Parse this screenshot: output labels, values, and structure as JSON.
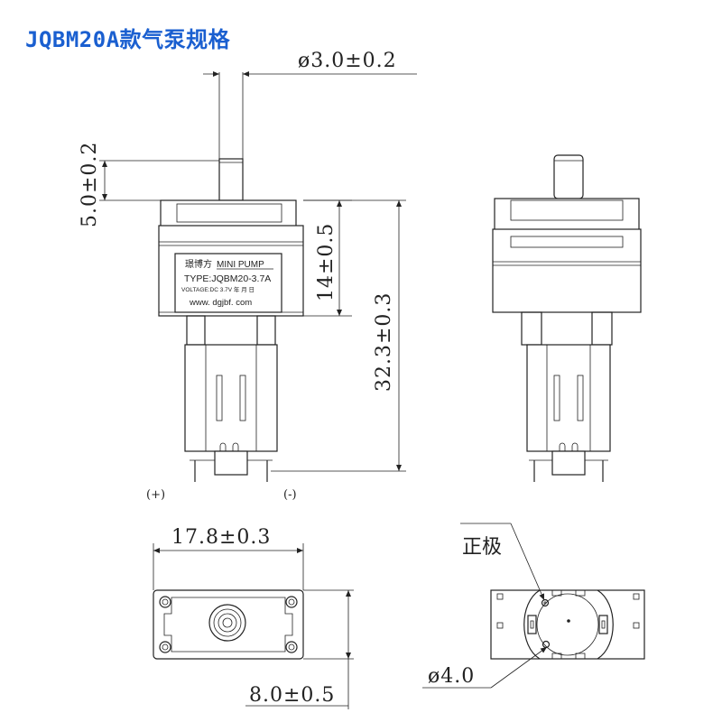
{
  "title": "JQBM20A款气泵规格",
  "dimensions": {
    "shaft_diameter": "ø3.0±0.2",
    "shaft_length": "5.0±0.2",
    "body_height": "14±0.5",
    "total_height": "32.3±0.3",
    "width": "17.8±0.3",
    "depth": "8.0±0.5",
    "contact_diameter": "ø4.0"
  },
  "terminals": {
    "positive": "(+)",
    "negative": "(-)"
  },
  "label": {
    "brand": "璟博方",
    "product": "MINI  PUMP",
    "type": "TYPE:JQBM20-3.7A",
    "voltage": "VOLTAGE:DC 3.7V  年 月 日",
    "url": "www. dgjbf. com"
  },
  "annotations": {
    "positive_pole": "正极"
  }
}
